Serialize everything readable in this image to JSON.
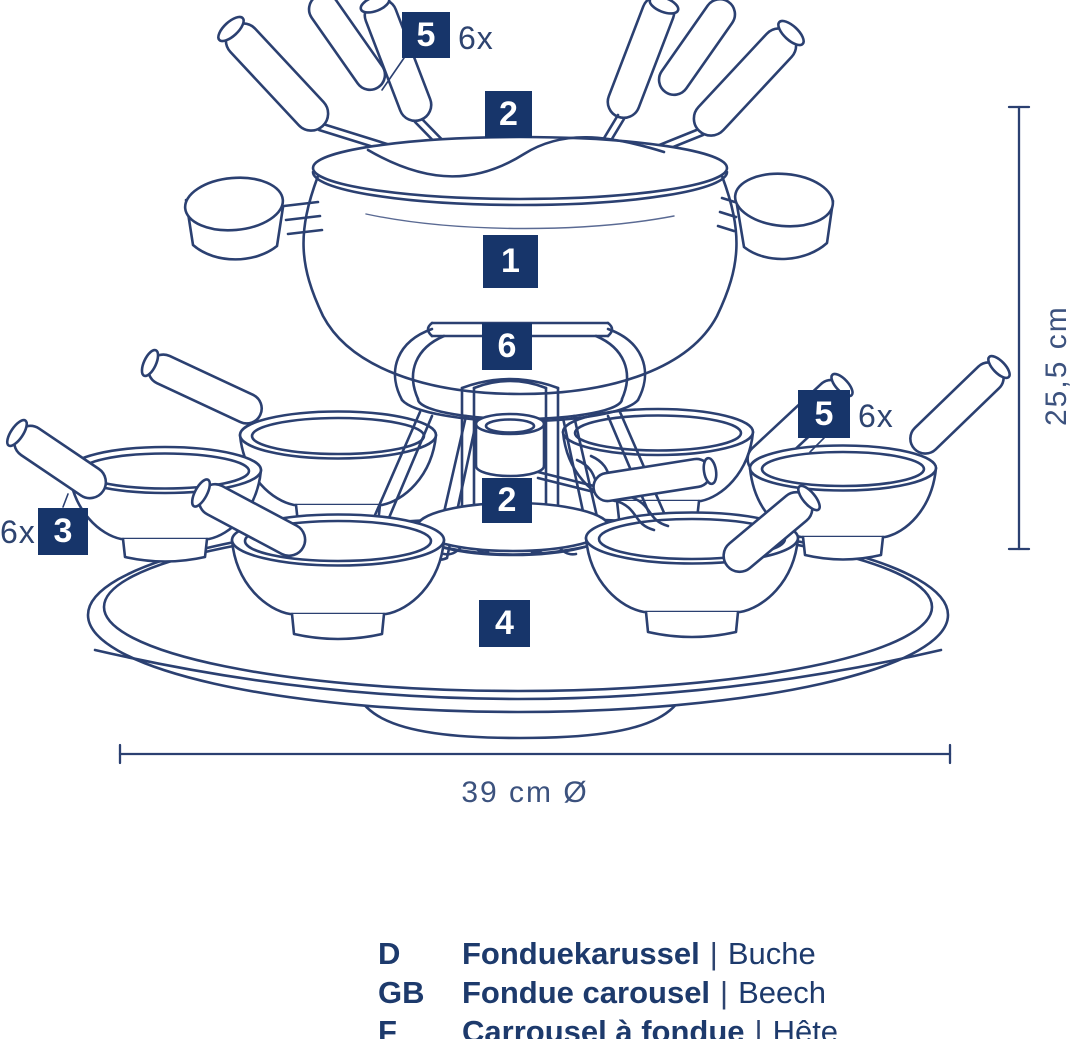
{
  "colors": {
    "navy_square": "#17356a",
    "line": "#2b4071",
    "background": "#ffffff"
  },
  "diagram": {
    "labels": [
      {
        "id": "callout-5-top",
        "number": "5",
        "qty": "6x"
      },
      {
        "id": "callout-2-top",
        "number": "2"
      },
      {
        "id": "callout-1",
        "number": "1"
      },
      {
        "id": "callout-6",
        "number": "6"
      },
      {
        "id": "callout-5-right",
        "number": "5",
        "qty": "6x"
      },
      {
        "id": "callout-3-left",
        "number": "3",
        "qty": "6x"
      },
      {
        "id": "callout-2-center",
        "number": "2"
      },
      {
        "id": "callout-4",
        "number": "4"
      }
    ],
    "dimensions": {
      "height": "25,5 cm",
      "diameter": "39 cm Ø"
    }
  },
  "legend": {
    "rows": [
      {
        "code": "D",
        "name": "Fonduekarussel",
        "separator": "|",
        "material": "Buche"
      },
      {
        "code": "GB",
        "name": "Fondue carousel",
        "separator": "|",
        "material": "Beech"
      },
      {
        "code": "F",
        "name": "Carrousel à fondue",
        "separator": "|",
        "material": "Hête"
      }
    ]
  }
}
